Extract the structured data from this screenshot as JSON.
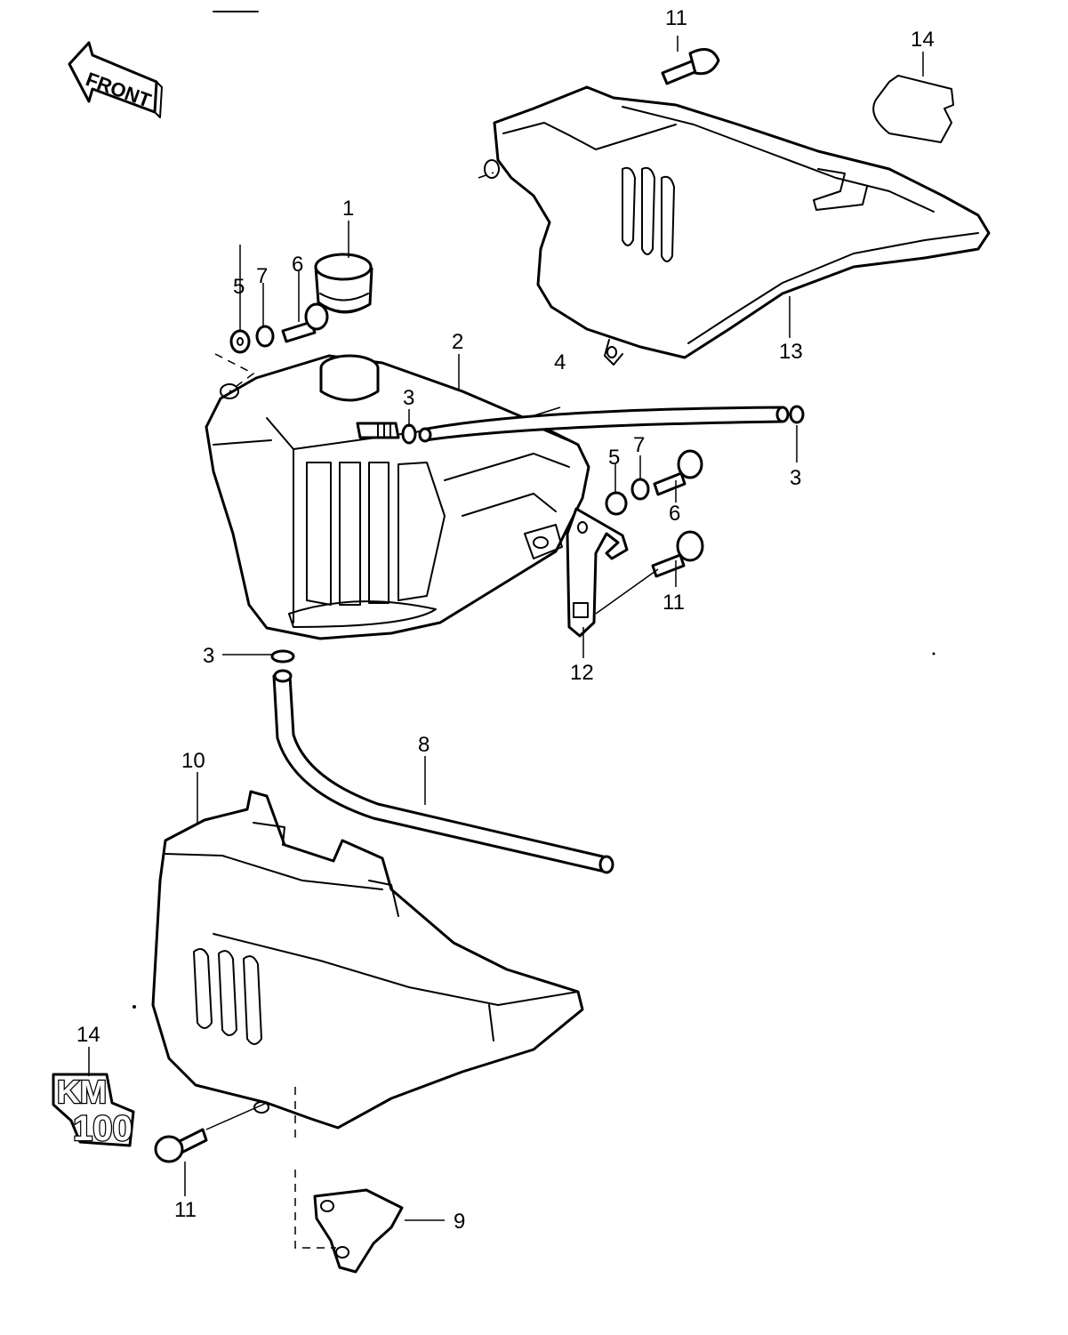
{
  "front_arrow": {
    "label": "FRONT"
  },
  "emblem": {
    "line1": "KM",
    "line2": "100"
  },
  "callouts": [
    {
      "id": "c1",
      "label": "1"
    },
    {
      "id": "c2",
      "label": "2"
    },
    {
      "id": "c3a",
      "label": "3"
    },
    {
      "id": "c3b",
      "label": "3"
    },
    {
      "id": "c3c",
      "label": "3"
    },
    {
      "id": "c4",
      "label": "4"
    },
    {
      "id": "c5a",
      "label": "5"
    },
    {
      "id": "c5b",
      "label": "5"
    },
    {
      "id": "c6a",
      "label": "6"
    },
    {
      "id": "c6b",
      "label": "6"
    },
    {
      "id": "c7a",
      "label": "7"
    },
    {
      "id": "c7b",
      "label": "7"
    },
    {
      "id": "c8",
      "label": "8"
    },
    {
      "id": "c9",
      "label": "9"
    },
    {
      "id": "c10",
      "label": "10"
    },
    {
      "id": "c11a",
      "label": "11"
    },
    {
      "id": "c11b",
      "label": "11"
    },
    {
      "id": "c11c",
      "label": "11"
    },
    {
      "id": "c12",
      "label": "12"
    },
    {
      "id": "c13",
      "label": "13"
    },
    {
      "id": "c14a",
      "label": "14"
    },
    {
      "id": "c14b",
      "label": "14"
    }
  ]
}
